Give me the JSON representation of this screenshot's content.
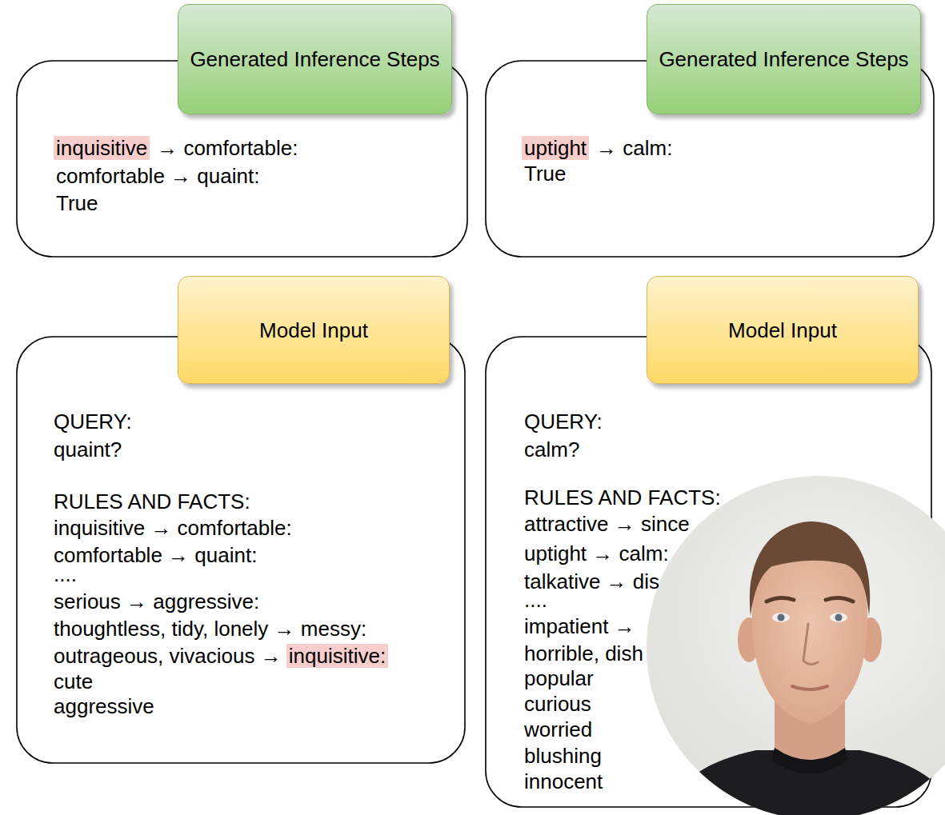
{
  "diagram": {
    "nodes": [
      {
        "text": [
          "inquisitive",
          "→ comfortable:",
          "comfortable → quaint:",
          "True"
        ]
      },
      {
        "text": [
          "Generated Inference Steps"
        ],
        "in": 0
      },
      {
        "text": [
          "uptight",
          "→ calm:",
          "True"
        ]
      },
      {
        "text": [
          "Generated Inference Steps"
        ],
        "in": 2
      },
      {
        "text": [
          "QUERY:",
          "quaint?",
          "RULES AND FACTS:",
          "inquisitive → comfortable:",
          "comfortable → quaint:",
          "....",
          "serious → aggressive:",
          "thoughtless, tidy, lonely → messy:",
          "outrageous, vivacious →",
          "inquisitive:",
          "cute",
          "aggressive"
        ]
      },
      {
        "text": [
          "Model Input"
        ],
        "in": 4
      },
      {
        "text": [
          "QUERY:",
          "calm?",
          "RULES AND FACTS:",
          "attractive → since",
          "uptight → calm:",
          "talkative → dis",
          "....",
          "impatient →",
          "horrible, dish",
          "popular",
          "curious",
          "worried",
          "blushing",
          "innocent"
        ]
      },
      {
        "text": [
          "Model Input"
        ],
        "in": 6
      }
    ]
  }
}
